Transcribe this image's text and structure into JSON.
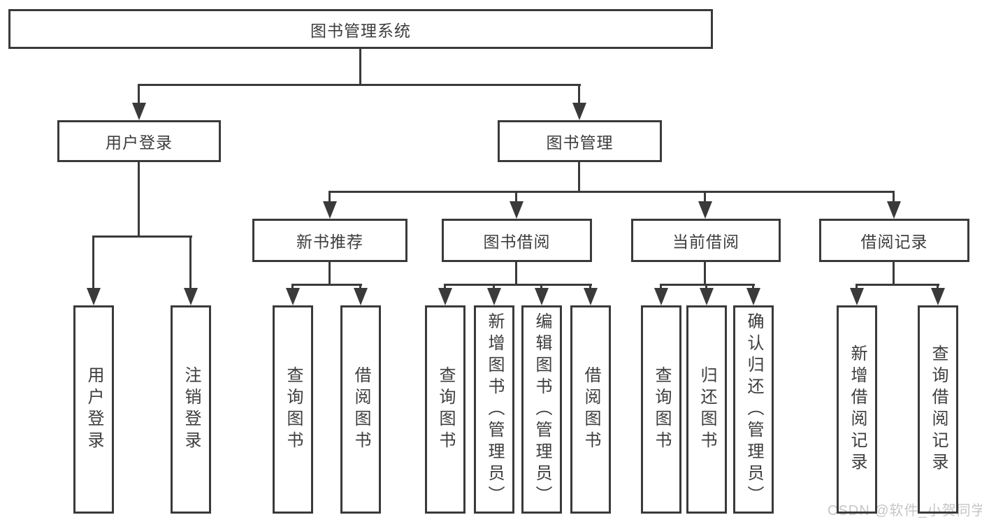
{
  "diagram_title": "图书管理系统",
  "colors": {
    "line": "#3a3a3a",
    "box_border": "#3a3a3a",
    "text": "#3d3d3d",
    "watermark": "#c6c6c6",
    "background": "#ffffff"
  },
  "nodes": {
    "root": {
      "label": "图书管理系统"
    },
    "user_login": {
      "label": "用户登录"
    },
    "book_management": {
      "label": "图书管理"
    },
    "new_book_recommend": {
      "label": "新书推荐"
    },
    "book_borrowing": {
      "label": "图书借阅"
    },
    "current_borrowing": {
      "label": "当前借阅"
    },
    "borrowing_records": {
      "label": "借阅记录"
    }
  },
  "leaves": {
    "user_login": {
      "label": "用户登录"
    },
    "logout": {
      "label": "注销登录"
    },
    "nbr_query_book": {
      "label": "查询图书"
    },
    "nbr_borrow_book": {
      "label": "借阅图书"
    },
    "bb_query_book": {
      "label": "查询图书"
    },
    "bb_add_book": {
      "label": "新增图书（管理员）"
    },
    "bb_edit_book": {
      "label": "编辑图书（管理员）"
    },
    "bb_borrow_book": {
      "label": "借阅图书"
    },
    "cb_query_book": {
      "label": "查询图书"
    },
    "cb_return_book": {
      "label": "归还图书"
    },
    "cb_confirm_return": {
      "label": "确认归还（管理员）"
    },
    "br_add_record": {
      "label": "新增借阅记录"
    },
    "br_query_record": {
      "label": "查询借阅记录"
    }
  },
  "hierarchy": {
    "图书管理系统": {
      "用户登录": [
        "用户登录",
        "注销登录"
      ],
      "图书管理": {
        "新书推荐": [
          "查询图书",
          "借阅图书"
        ],
        "图书借阅": [
          "查询图书",
          "新增图书（管理员）",
          "编辑图书（管理员）",
          "借阅图书"
        ],
        "当前借阅": [
          "查询图书",
          "归还图书",
          "确认归还（管理员）"
        ],
        "借阅记录": [
          "新增借阅记录",
          "查询借阅记录"
        ]
      }
    }
  },
  "watermark": {
    "text": "CSDN @软件_小贺同学"
  }
}
